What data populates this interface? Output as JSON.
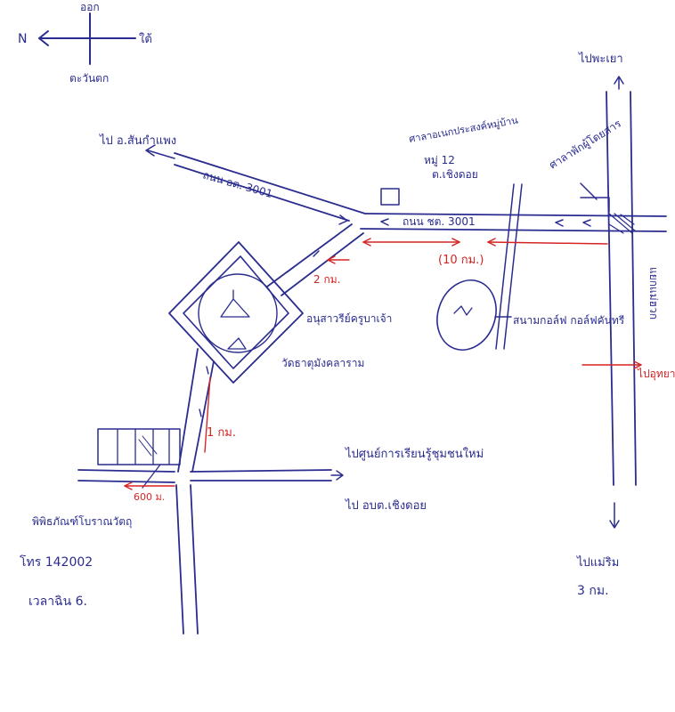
{
  "colors": {
    "ink": "#2a2c8f",
    "distance": "#d62424",
    "paper": "#ffffff"
  },
  "compass": {
    "north": "N",
    "top": "ออก",
    "right": "ใต้",
    "bottom": "ตะวันตก"
  },
  "labels": {
    "to_san_kamphaeng": "ไป อ.สันกำแพง",
    "road_upper_left": "ถนน อต. 3001",
    "village_hall": "ศาลาอเนกประสงค์หมู่บ้าน",
    "village_no": "หมู่ 12",
    "subdistrict": "ต.เชิงดอย",
    "bus_stop": "ศาลาพักผู้โดยสาร",
    "road_right": "ถนน ชต. 3001",
    "to_north": "ไปพะเยา",
    "crossroad_right": "แยกแม่ฮวก",
    "golf_course": "สนามกอล์ฟ กอล์ฟคันทรี",
    "memorial": "อนุสาวรีย์ครูบาเจ้า",
    "temple": "วัดธาตุมังคลาราม",
    "to_center": "ไปศูนย์การเรียนรู้ชุมชนใหม่",
    "to_cheong_doi": "ไป อบต.เชิงดอย",
    "to_south": "ไปแม่ริม",
    "km_marker": "3 กม.",
    "museum": "พิพิธภัณฑ์โบราณวัตถุ",
    "phone": "โทร 142002",
    "page_no": "เวลาฉิน 6."
  },
  "distances": {
    "d2km": "2 กม.",
    "d10km": "(10 กม.)",
    "d1km": "1 กม.",
    "d600m": "600 ม.",
    "right_exit": "ไปอุทยาน"
  }
}
